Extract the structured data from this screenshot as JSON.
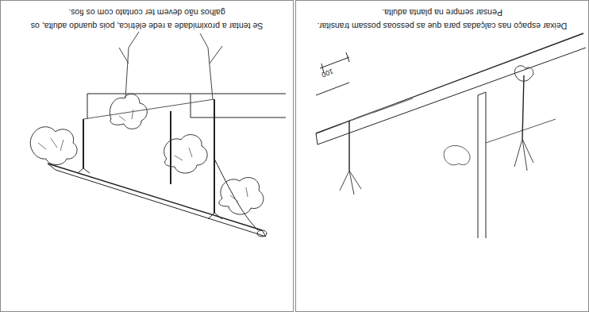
{
  "diagram": {
    "nodes": [
      {
        "text": [
          "Deixar espaço nas calçadas para que as pessoas possam transitar.",
          "Pensar sempre na planta adulta."
        ]
      },
      {
        "text": [
          "Se tentar a proximidade a rede elétrica, pois quando adulta, os galhos não devem ter contato com os fios."
        ]
      }
    ],
    "labels": [
      "100"
    ]
  }
}
